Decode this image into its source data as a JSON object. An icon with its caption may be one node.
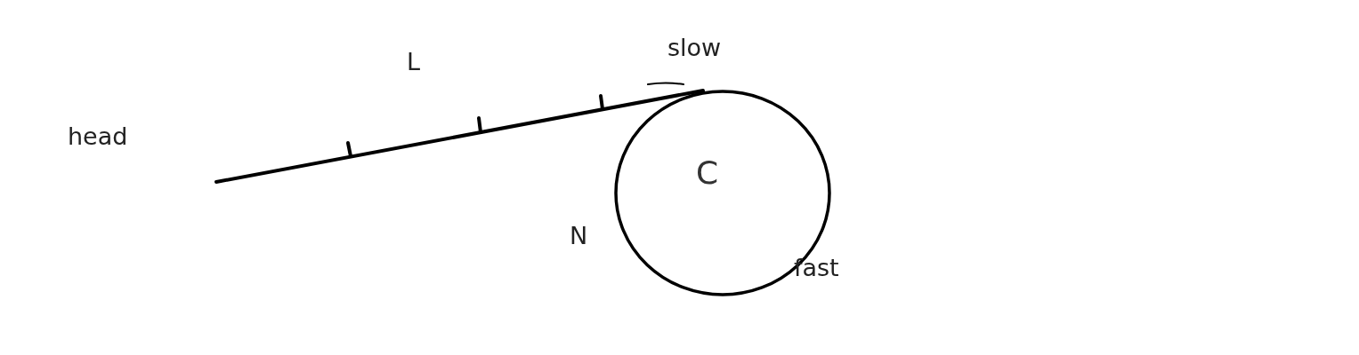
{
  "diagram": {
    "nodes": [
      {
        "text": [
          "C"
        ]
      }
    ],
    "labels": [
      "head",
      "L",
      "slow",
      "N",
      "fast"
    ]
  }
}
